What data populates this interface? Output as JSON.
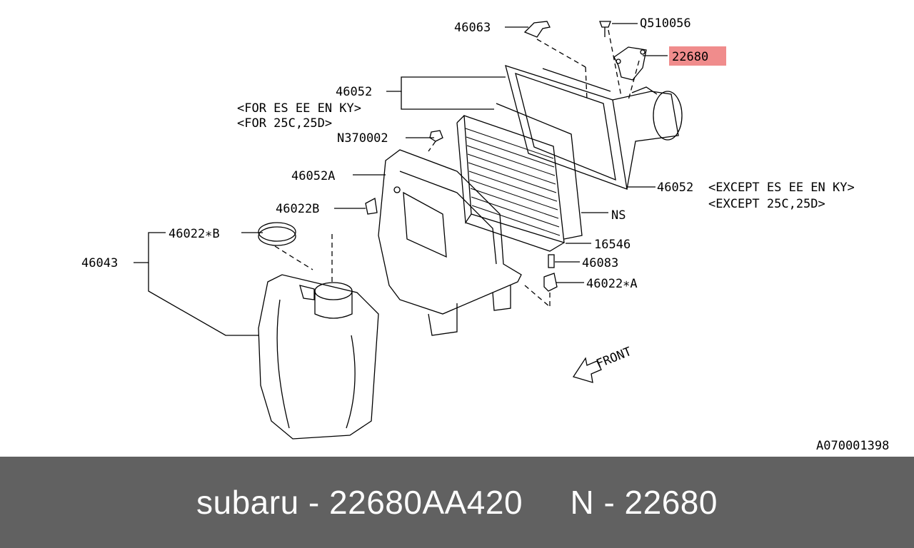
{
  "diagram": {
    "highlight_color": "#f08c8c",
    "labels": {
      "p46063": "46063",
      "pQ510056": "Q510056",
      "p22680": "22680",
      "p46052": "46052",
      "for1": "<FOR  ES EE EN KY>",
      "for2": "<FOR  25C,25D>",
      "pN370002": "N370002",
      "p46052A": "46052A",
      "p46052_right": "46052",
      "except1": "<EXCEPT  ES EE EN KY>",
      "except2": "<EXCEPT  25C,25D>",
      "ns": "NS",
      "p46022B": "46022B",
      "p46022starB": "46022∗B",
      "p46043": "46043",
      "p16546": "16546",
      "p46083": "46083",
      "p46022starA": "46022∗A",
      "front": "FRONT",
      "ref": "A070001398"
    }
  },
  "footer": {
    "text": "subaru - 22680AA420     N - 22680",
    "background": "#616161"
  }
}
